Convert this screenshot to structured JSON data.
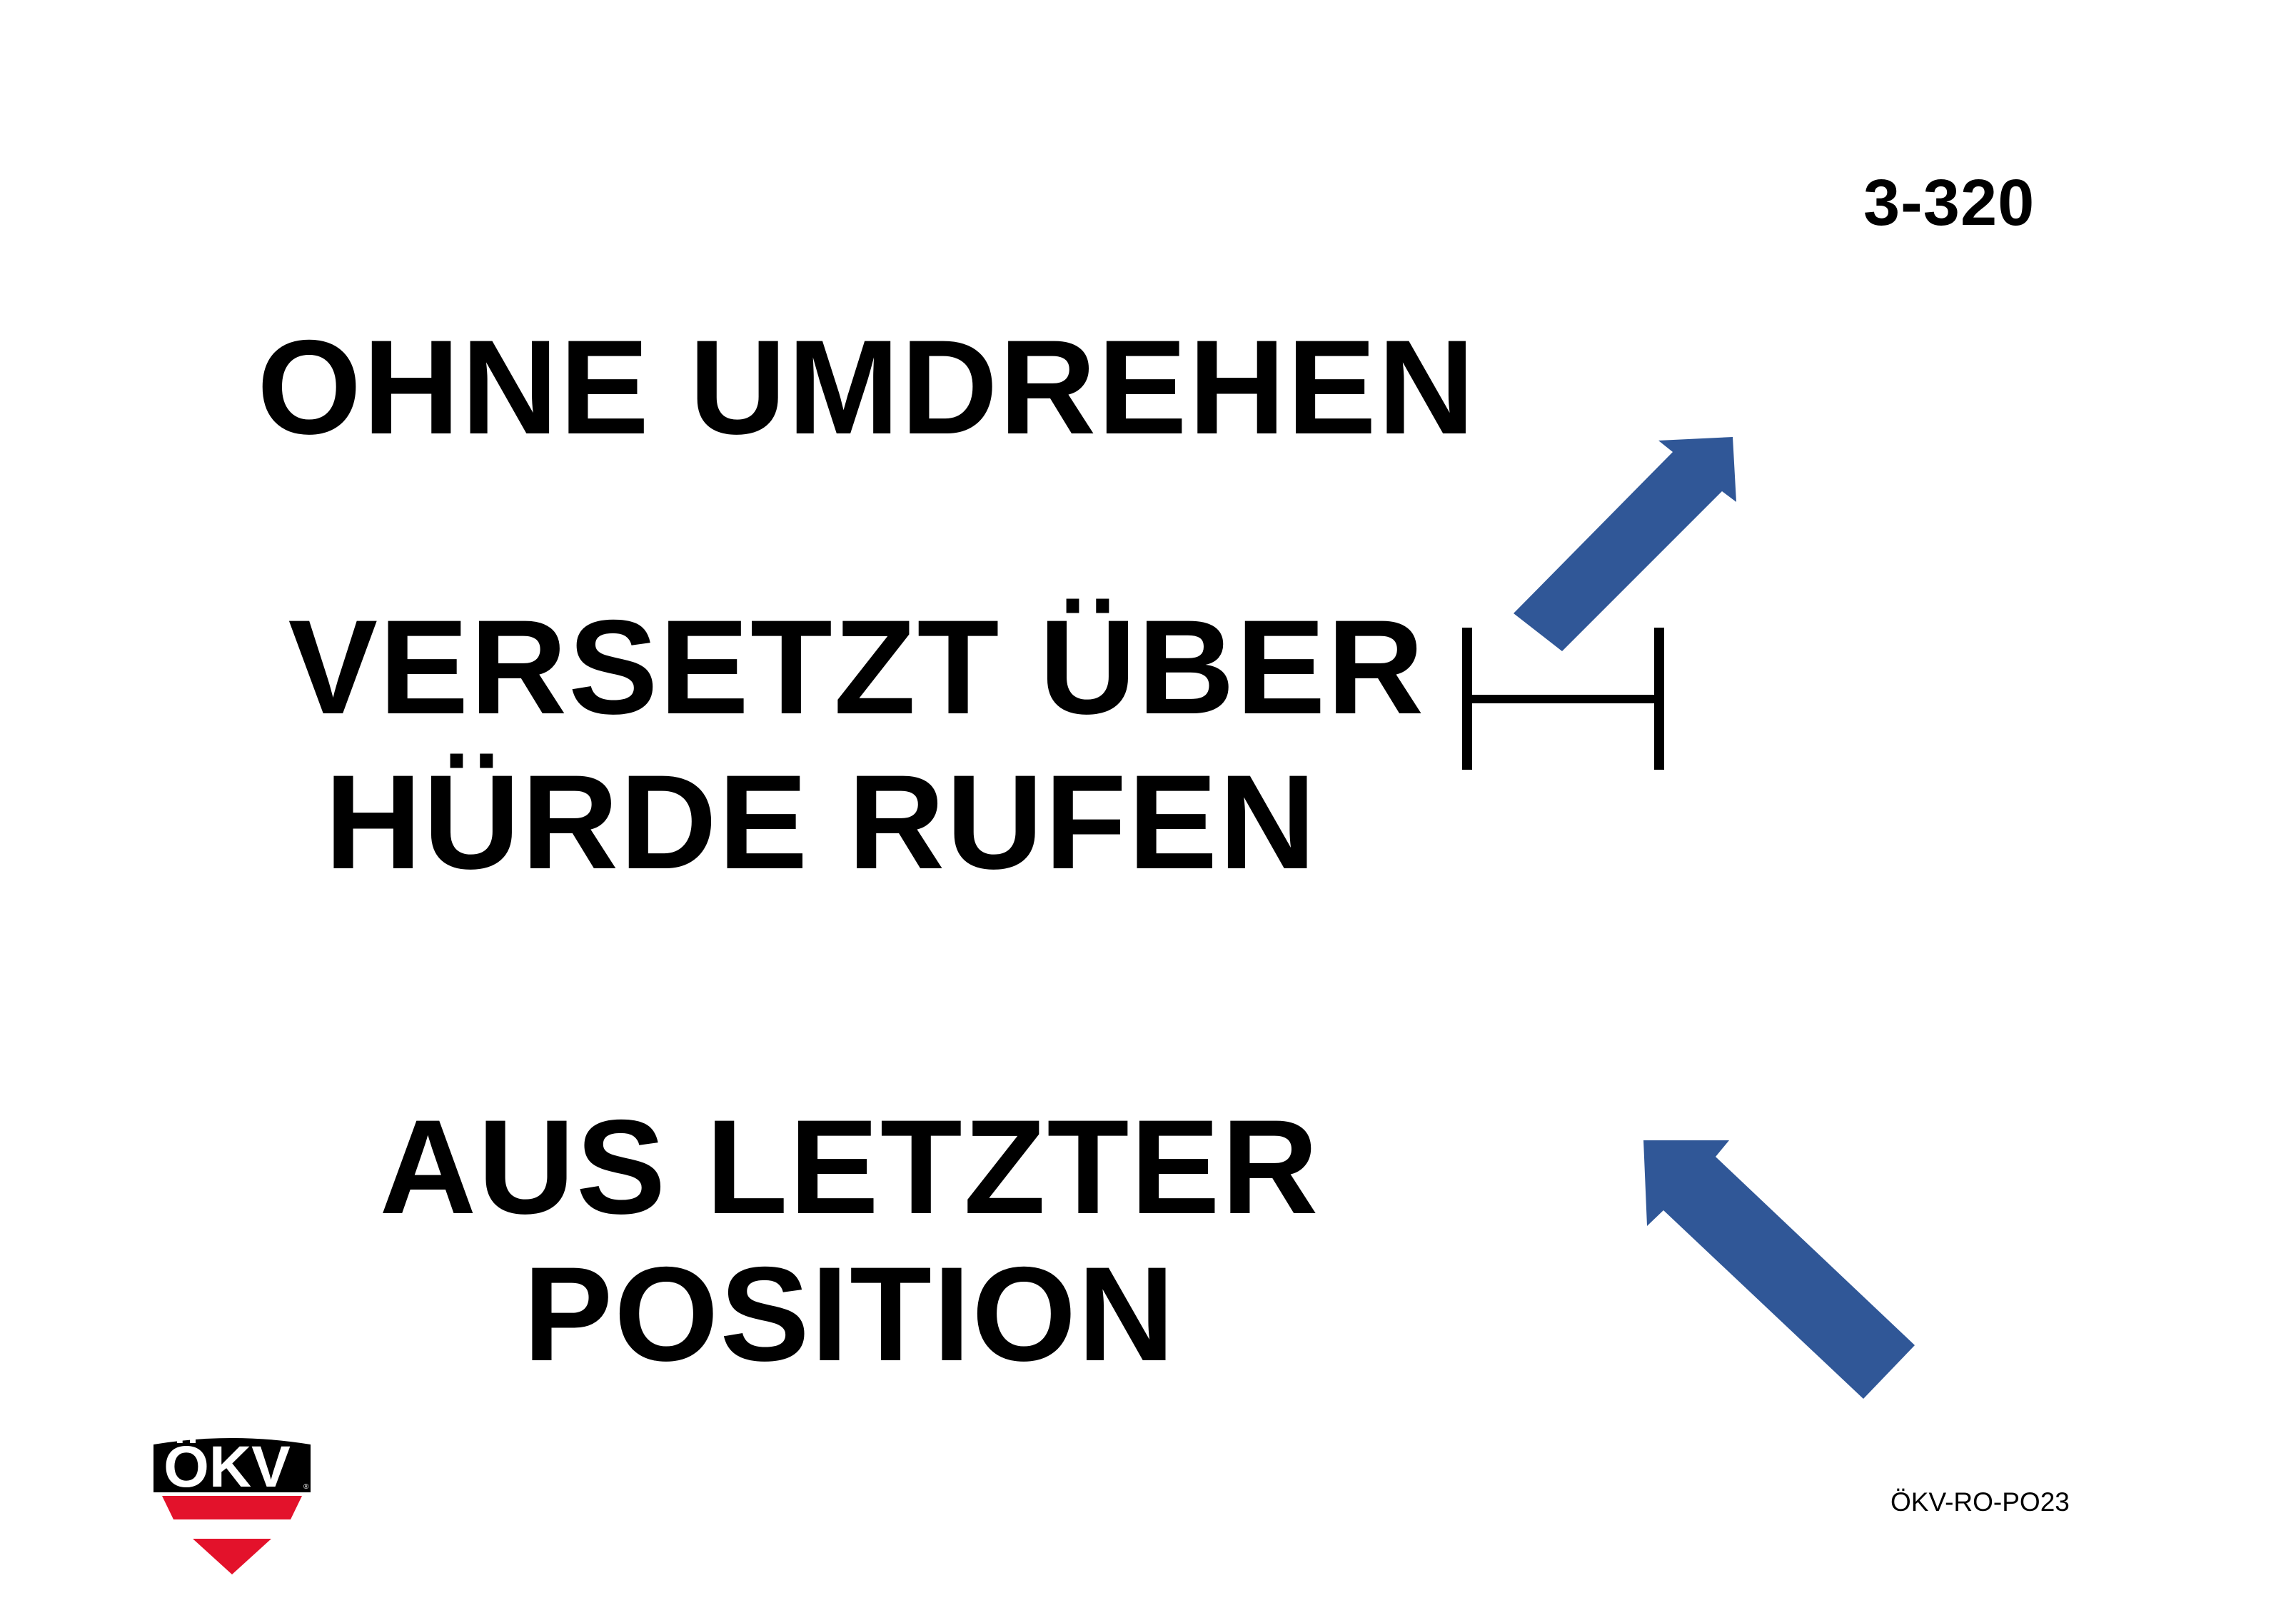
{
  "sign": {
    "number": "3-320",
    "lines": [
      "OHNE UMDREHEN",
      "VERSETZT ÜBER",
      "HÜRDE RUFEN",
      "AUS LETZTER",
      "POSITION"
    ],
    "footer_code": "ÖKV-RO-PO23"
  },
  "logo": {
    "text": "ÖKV",
    "registered": "®",
    "colors": {
      "black": "#000000",
      "red": "#e3122b",
      "white": "#ffffff"
    }
  },
  "graphics": {
    "arrow_color": "#305797",
    "hurdle_color": "#000000",
    "arrows": [
      {
        "name": "arrow-up-right",
        "direction": "up-right"
      },
      {
        "name": "arrow-up-left",
        "direction": "up-left"
      }
    ]
  }
}
